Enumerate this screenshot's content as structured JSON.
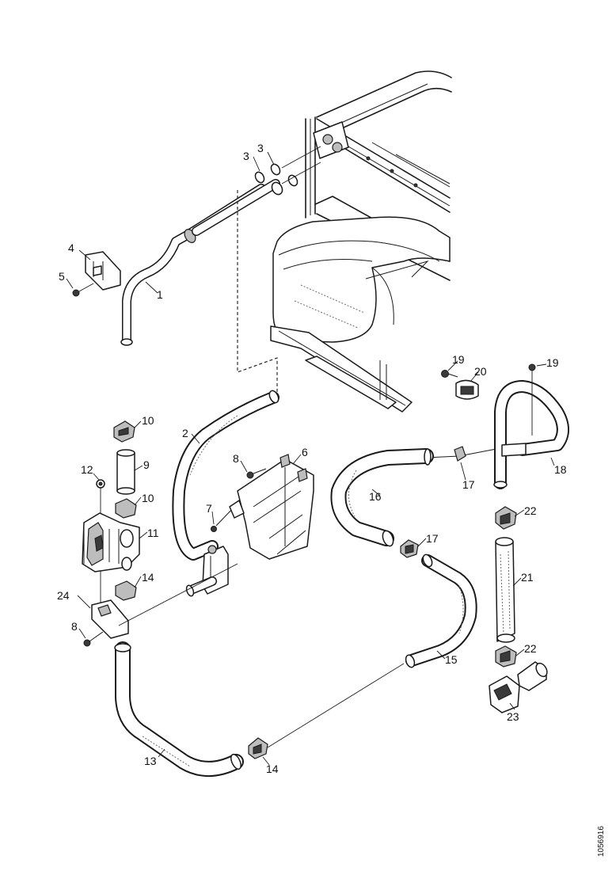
{
  "callouts": [
    {
      "id": "c1",
      "text": "1"
    },
    {
      "id": "c2",
      "text": "2"
    },
    {
      "id": "c3a",
      "text": "3"
    },
    {
      "id": "c3b",
      "text": "3"
    },
    {
      "id": "c4",
      "text": "4"
    },
    {
      "id": "c5",
      "text": "5"
    },
    {
      "id": "c6",
      "text": "6"
    },
    {
      "id": "c7",
      "text": "7"
    },
    {
      "id": "c8a",
      "text": "8"
    },
    {
      "id": "c8b",
      "text": "8"
    },
    {
      "id": "c9",
      "text": "9"
    },
    {
      "id": "c10a",
      "text": "10"
    },
    {
      "id": "c10b",
      "text": "10"
    },
    {
      "id": "c11",
      "text": "11"
    },
    {
      "id": "c12",
      "text": "12"
    },
    {
      "id": "c13",
      "text": "13"
    },
    {
      "id": "c14a",
      "text": "14"
    },
    {
      "id": "c14b",
      "text": "14"
    },
    {
      "id": "c15",
      "text": "15"
    },
    {
      "id": "c16",
      "text": "16"
    },
    {
      "id": "c17a",
      "text": "17"
    },
    {
      "id": "c17b",
      "text": "17"
    },
    {
      "id": "c18",
      "text": "18"
    },
    {
      "id": "c19a",
      "text": "19"
    },
    {
      "id": "c19b",
      "text": "19"
    },
    {
      "id": "c20",
      "text": "20"
    },
    {
      "id": "c21",
      "text": "21"
    },
    {
      "id": "c22a",
      "text": "22"
    },
    {
      "id": "c22b",
      "text": "22"
    },
    {
      "id": "c23",
      "text": "23"
    },
    {
      "id": "c24",
      "text": "24"
    }
  ],
  "reference_code": "1056916"
}
